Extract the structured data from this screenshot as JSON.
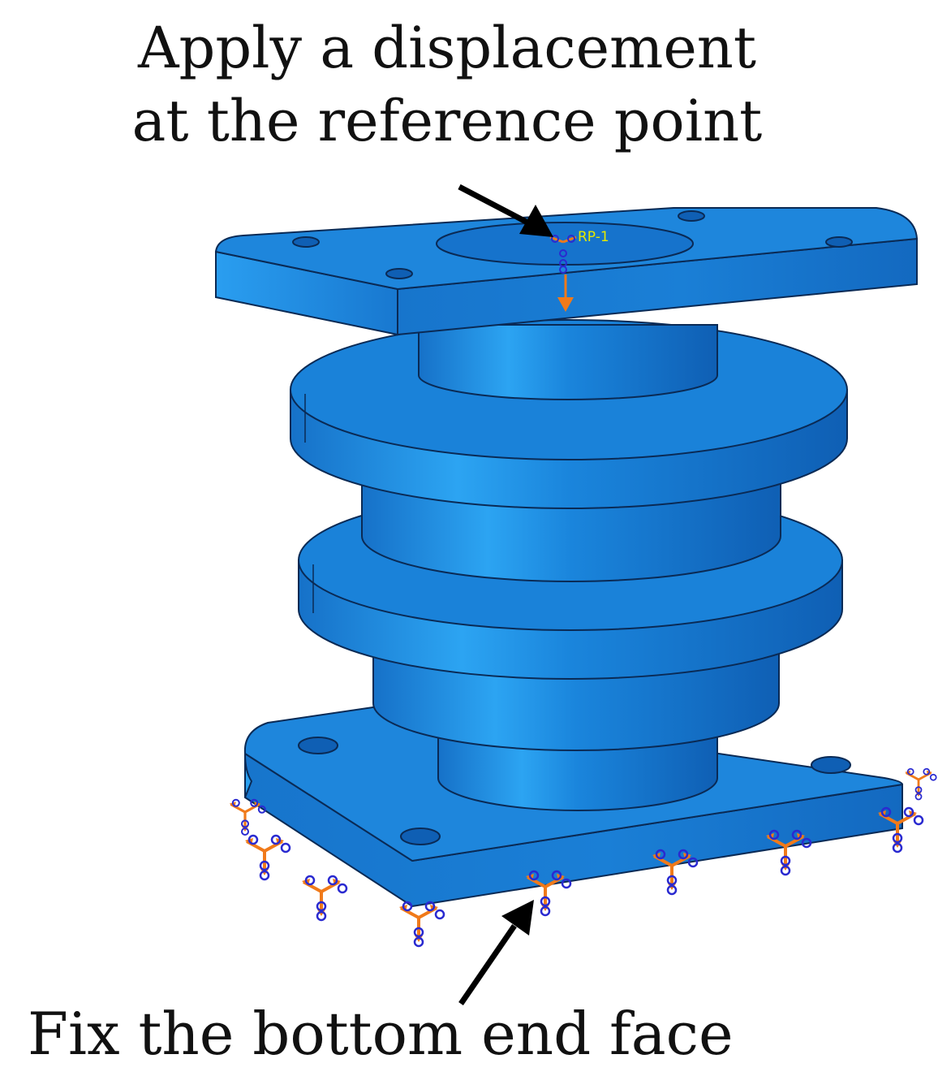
{
  "captions": {
    "top_line1": "Apply a displacement",
    "top_line2": "at the reference point",
    "bottom": "Fix the bottom end face"
  },
  "model": {
    "reference_point_label": "RP-1"
  },
  "colors": {
    "body": "#1e86dc",
    "body_dark": "#0f5fb4",
    "body_light": "#31a8f5",
    "edge": "#0a2a55",
    "boundary_condition": "#f07a1a",
    "constraint_symbol": "#2a2ad0",
    "arrow": "#000000"
  },
  "icons": {
    "load_arrow": "displacement-arrow-icon",
    "boundary_condition": "fixed-bc-icon",
    "pointer": "pointer-arrow-icon"
  }
}
